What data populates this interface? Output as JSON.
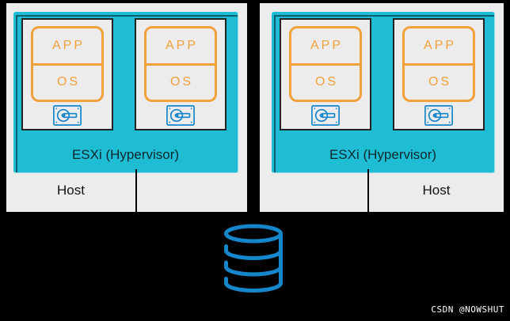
{
  "diagram": {
    "type": "virtualization-architecture",
    "background_color": "#000000",
    "colors": {
      "hypervisor_fill": "#1EBDD3",
      "panel_fill": "#ECECEC",
      "accent_orange": "#F2A03A",
      "accent_blue": "#1586C9",
      "connector": "#000000"
    },
    "hosts": [
      {
        "label": "Host",
        "hypervisor": "ESXi (Hypervisor)",
        "vms": [
          {
            "app": "APP",
            "os": "OS",
            "icon": "disk-icon"
          },
          {
            "app": "APP",
            "os": "OS",
            "icon": "disk-icon"
          }
        ]
      },
      {
        "label": "Host",
        "hypervisor": "ESXi (Hypervisor)",
        "vms": [
          {
            "app": "APP",
            "os": "OS",
            "icon": "disk-icon"
          },
          {
            "app": "APP",
            "os": "OS",
            "icon": "disk-icon"
          }
        ]
      }
    ],
    "shared_storage": {
      "icon": "database-icon"
    },
    "watermark": {
      "text": "CSDN @NOWSHUT"
    }
  }
}
